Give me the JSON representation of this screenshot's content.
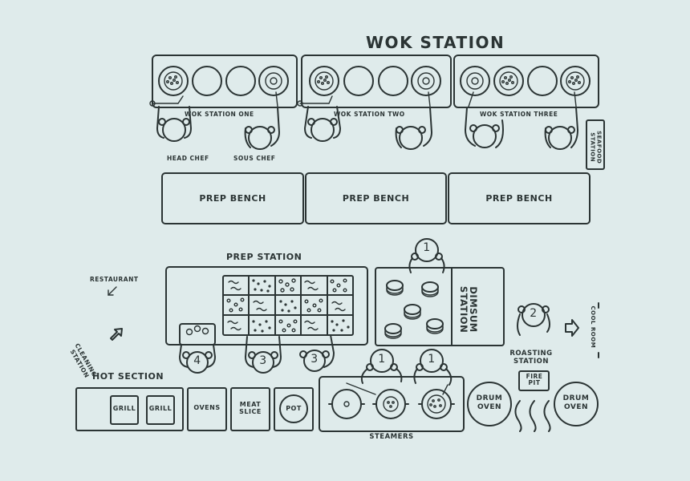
{
  "title": "WOK STATION",
  "wok_stations": [
    "WOK STATION ONE",
    "WOK STATION TWO",
    "WOK STATION THREE"
  ],
  "staff_labels": {
    "head_chef": "HEAD CHEF",
    "sous_chef": "SOUS CHEF"
  },
  "seafood_station": "SEAFOOD STATION",
  "prep_benches": [
    "PREP BENCH",
    "PREP BENCH",
    "PREP BENCH"
  ],
  "prep_station": "PREP STATION",
  "restaurant": "RESTAURANT",
  "cleaning_station": "CLEANING STATION",
  "dimsum_station": "DIMSUM STATION",
  "cool_room": "COOL ROOM",
  "roasting_station": "ROASTING STATION",
  "fire_pit": "FIRE PIT",
  "hot_section": {
    "title": "HOT SECTION",
    "units": [
      "GRILL",
      "GRILL",
      "OVENS",
      "MEAT SLICE",
      "POT"
    ]
  },
  "steamers": "STEAMERS",
  "drum_ovens": [
    "DRUM OVEN",
    "DRUM OVEN"
  ],
  "chef_numbers": [
    "1",
    "2",
    "4",
    "3",
    "3",
    "1",
    "1"
  ]
}
